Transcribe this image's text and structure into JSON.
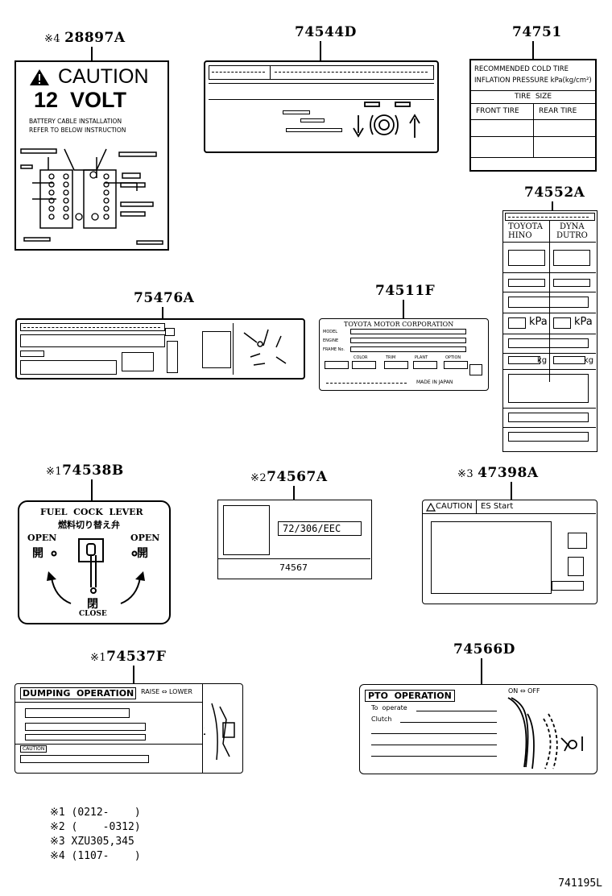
{
  "parts": {
    "p28897A": {
      "marker": "※4",
      "number": "28897A"
    },
    "p74544D": {
      "number": "74544D"
    },
    "p74751": {
      "number": "74751"
    },
    "p74552A": {
      "number": "74552A"
    },
    "p75476A": {
      "number": "75476A"
    },
    "p74511F": {
      "number": "74511F"
    },
    "p74538B": {
      "marker": "※1",
      "number": "74538B"
    },
    "p74567A": {
      "marker": "※2",
      "number": "74567A"
    },
    "p47398A": {
      "marker": "※3",
      "number": "47398A"
    },
    "p74537F": {
      "marker": "※1",
      "number": "74537F"
    },
    "p74566D": {
      "number": "74566D"
    }
  },
  "label_28897A": {
    "caution": "CAUTION",
    "volt": "12  VOLT",
    "line1": "BATTERY CABLE INSTALLATION",
    "line2": "REFER TO BELOW INSTRUCTION"
  },
  "label_74751": {
    "line1": "RECOMMENDED COLD TIRE",
    "line2": "INFLATION PRESSURE kPa(kg/cm²)",
    "tire_size": "TIRE  SIZE",
    "front": "FRONT TIRE",
    "rear": "REAR TIRE"
  },
  "label_74552A": {
    "brand1_line1": "TOYOTA",
    "brand1_line2": "HINO",
    "brand2_line1": "DYNA",
    "brand2_line2": "DUTRO",
    "kpa": "kPa",
    "kg": "kg"
  },
  "label_74511F": {
    "corp": "TOYOTA MOTOR CORPORATION",
    "model": "MODEL",
    "engine": "ENGINE",
    "frame": "FRAME No.",
    "color": "COLOR",
    "trim": "TRIM",
    "plant": "PLANT",
    "option": "OPTION",
    "made_in": "MADE IN JAPAN"
  },
  "label_74538B": {
    "title": "FUEL  COCK  LEVER",
    "jp_title": "燃料切り替え弁",
    "open_left": "OPEN",
    "open_right": "OPEN",
    "jp_open_left": "開",
    "jp_open_right": "開",
    "jp_close": "閉",
    "close": "CLOSE"
  },
  "label_74567A": {
    "code": "72/306/EEC",
    "number": "74567"
  },
  "label_47398A": {
    "caution": "CAUTION",
    "es": "ES Start"
  },
  "label_74537F": {
    "title": "DUMPING  OPERATION",
    "raise": "RAISE ⇔ LOWER",
    "caution": "CAUTION"
  },
  "label_74566D": {
    "title": "PTO  OPERATION",
    "onoff": "ON ⇔ OFF",
    "to_operate": "To  operate",
    "clutch": "Clutch"
  },
  "notes": [
    "※1 (0212-    )",
    "※2 (    -0312)",
    "※3 XZU305,345",
    "※4 (1107-    )"
  ],
  "diagram_id": "741195L"
}
